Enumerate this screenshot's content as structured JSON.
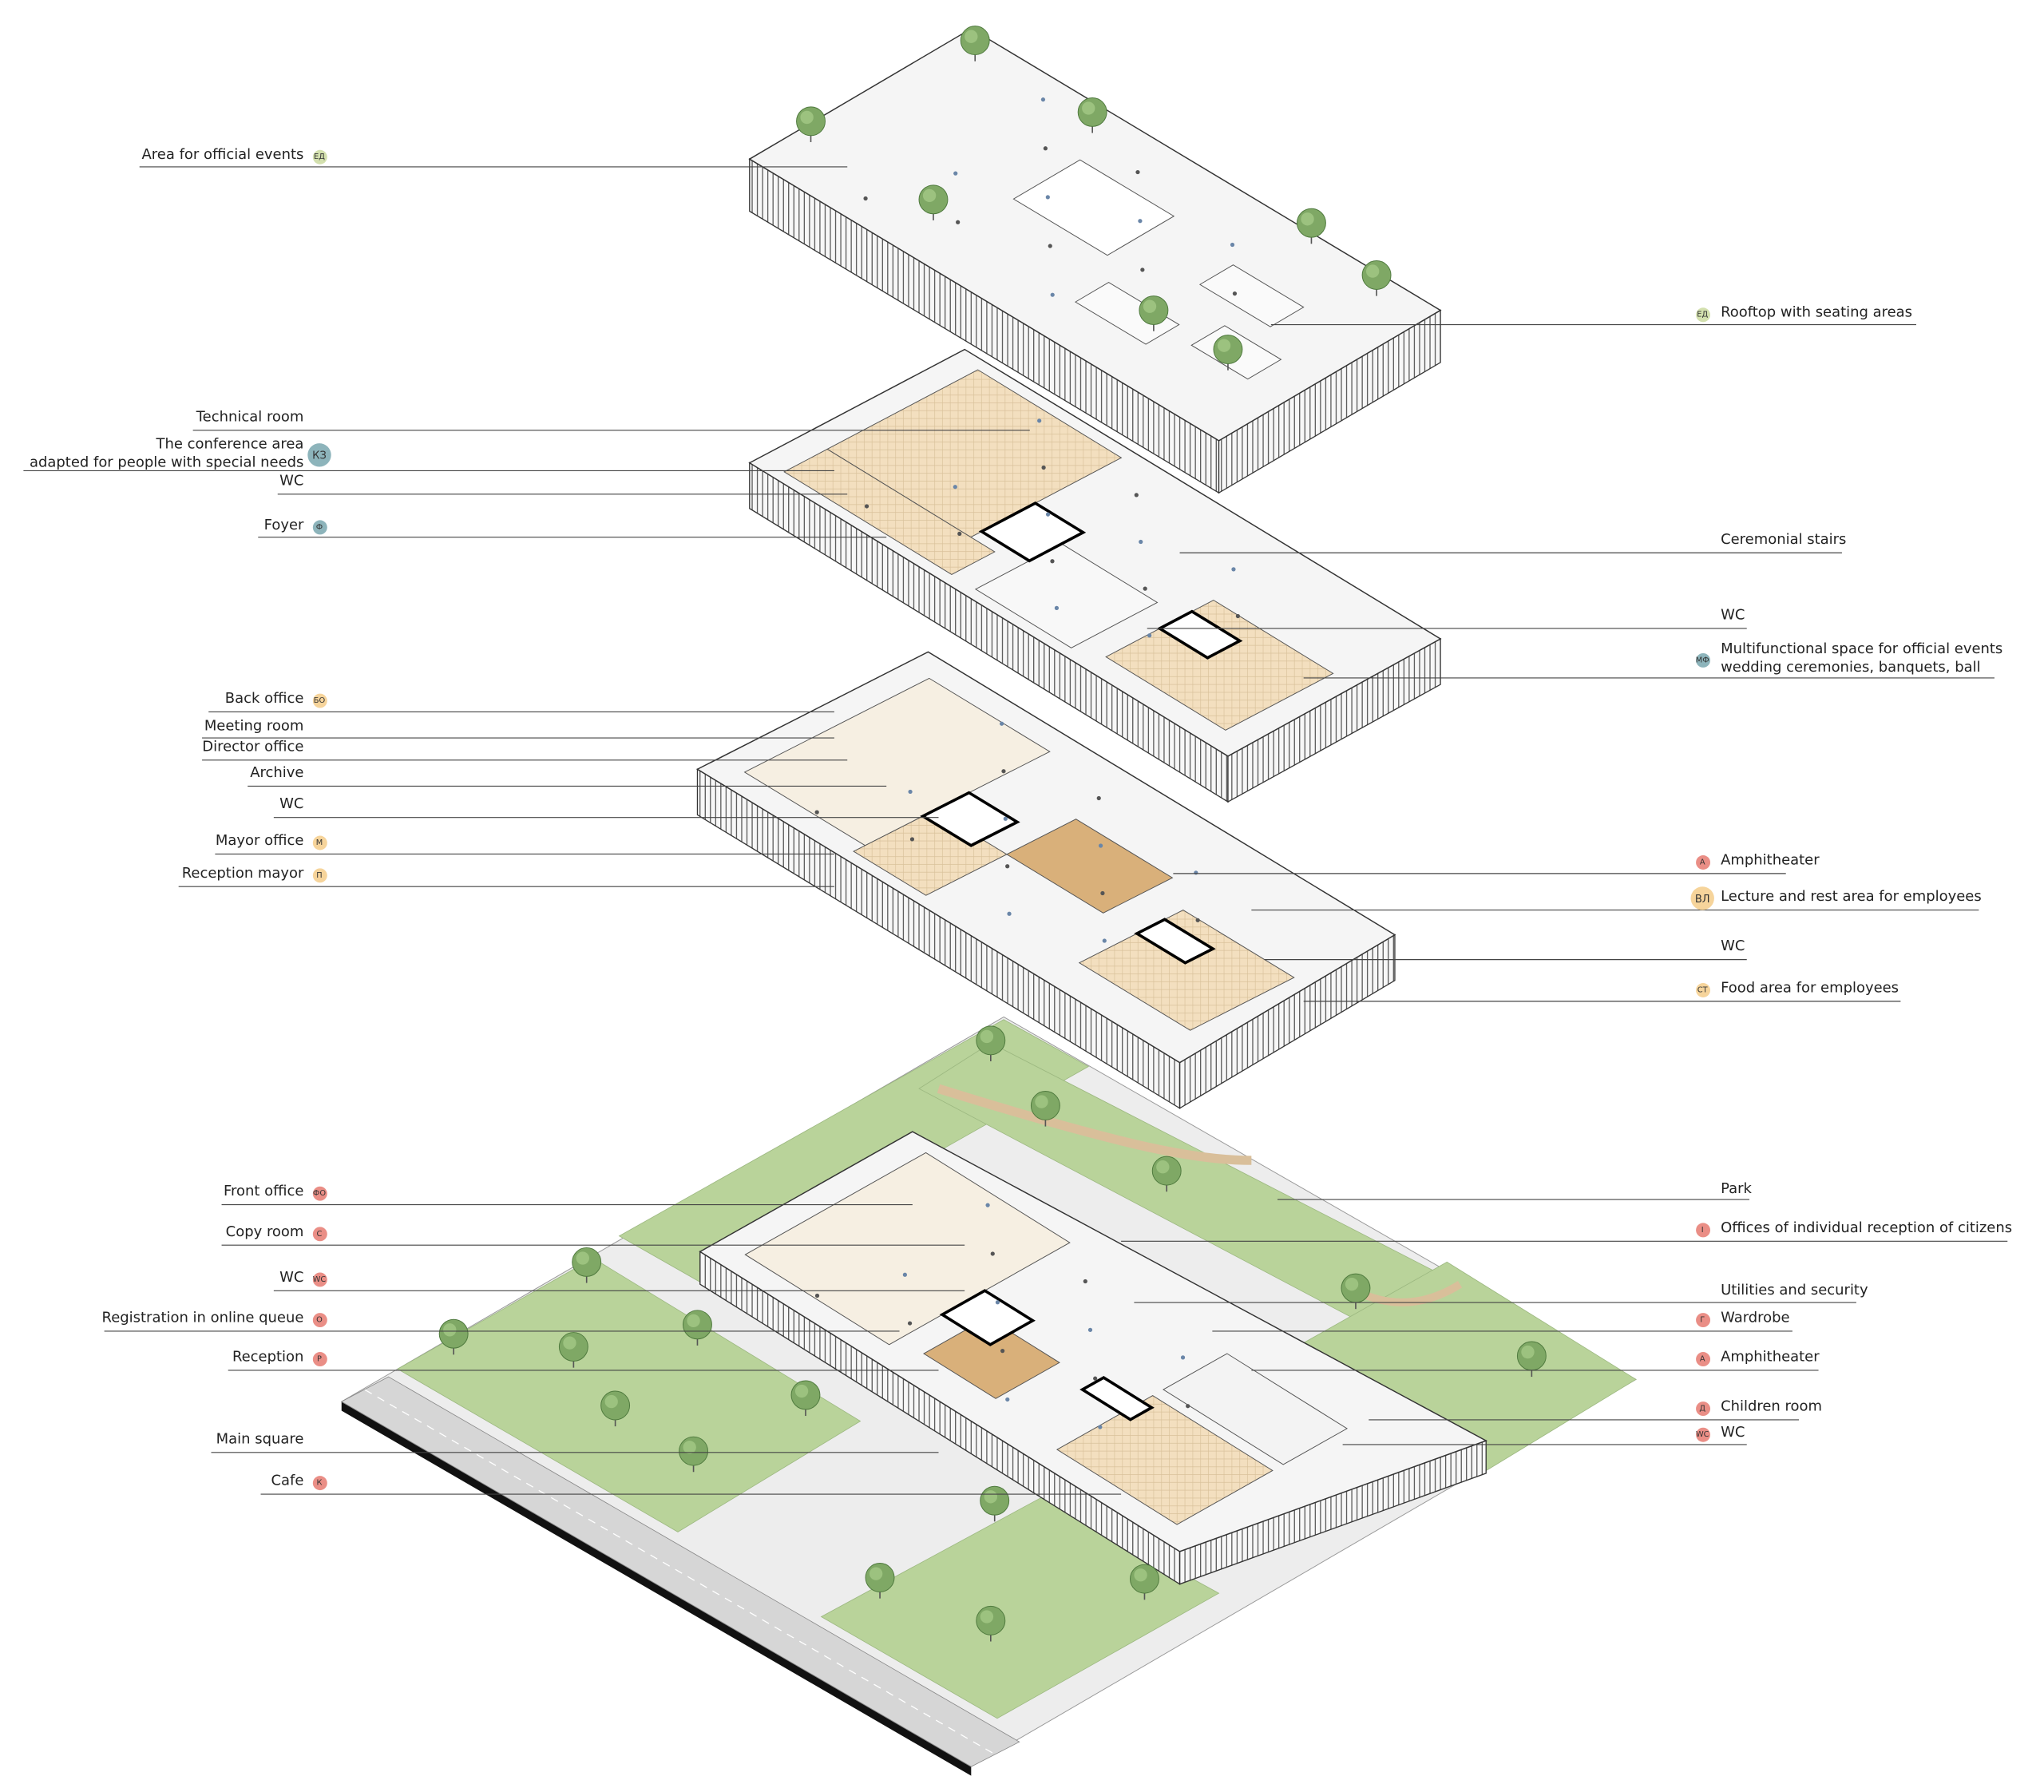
{
  "palette": {
    "green": "#d3e0ae",
    "teal": "#8db4bb",
    "peach": "#f6d49b",
    "red": "#ea8e86",
    "lawn": "#b9d39a",
    "plaza": "#ededed",
    "wood": "#f3dfbf"
  },
  "left_labels": [
    {
      "text": "Area for official events",
      "badge": "ЕД",
      "color": "green"
    },
    {
      "text": "Technical room",
      "badge": null,
      "color": null
    },
    {
      "text": "The conference area\nadapted for people with special needs",
      "badge": "КЗ",
      "color": "teal"
    },
    {
      "text": "WC",
      "badge": null,
      "color": null
    },
    {
      "text": "Foyer",
      "badge": "Ф",
      "color": "teal"
    },
    {
      "text": "Back office",
      "badge": "БО",
      "color": "peach"
    },
    {
      "text": "Meeting room",
      "badge": null,
      "color": null
    },
    {
      "text": "Director office",
      "badge": null,
      "color": null
    },
    {
      "text": "Archive",
      "badge": null,
      "color": null
    },
    {
      "text": "WC",
      "badge": null,
      "color": null
    },
    {
      "text": "Mayor office",
      "badge": "М",
      "color": "peach"
    },
    {
      "text": "Reception mayor",
      "badge": "П",
      "color": "peach"
    },
    {
      "text": "Front office",
      "badge": "ФО",
      "color": "red"
    },
    {
      "text": "Copy room",
      "badge": "С",
      "color": "red"
    },
    {
      "text": "WC",
      "badge": "WC",
      "color": "red"
    },
    {
      "text": "Registration in online queue",
      "badge": "О",
      "color": "red"
    },
    {
      "text": "Reception",
      "badge": "Р",
      "color": "red"
    },
    {
      "text": "Main square",
      "badge": null,
      "color": null
    },
    {
      "text": "Cafe",
      "badge": "К",
      "color": "red"
    }
  ],
  "right_labels": [
    {
      "text": "Rooftop with seating areas",
      "badge": "ЕД",
      "color": "green"
    },
    {
      "text": "Ceremonial stairs",
      "badge": null,
      "color": null
    },
    {
      "text": "WC",
      "badge": null,
      "color": null
    },
    {
      "text": "Multifunctional space for official events\nwedding ceremonies, banquets, ball",
      "badge": "МФ",
      "color": "teal"
    },
    {
      "text": "Amphitheater",
      "badge": "А",
      "color": "red"
    },
    {
      "text": "Lecture and rest area for employees",
      "badge": "ВЛ",
      "color": "peach"
    },
    {
      "text": "WC",
      "badge": null,
      "color": null
    },
    {
      "text": "Food area for employees",
      "badge": "СТ",
      "color": "peach"
    },
    {
      "text": "Park",
      "badge": null,
      "color": null
    },
    {
      "text": "Offices of individual reception of citizens",
      "badge": "І",
      "color": "red"
    },
    {
      "text": "Utilities and security",
      "badge": null,
      "color": null
    },
    {
      "text": "Wardrobe",
      "badge": "Г",
      "color": "red"
    },
    {
      "text": "Amphitheater",
      "badge": "А",
      "color": "red"
    },
    {
      "text": "Children room",
      "badge": "Д",
      "color": "red"
    },
    {
      "text": "WC",
      "badge": "WC",
      "color": "red"
    }
  ]
}
